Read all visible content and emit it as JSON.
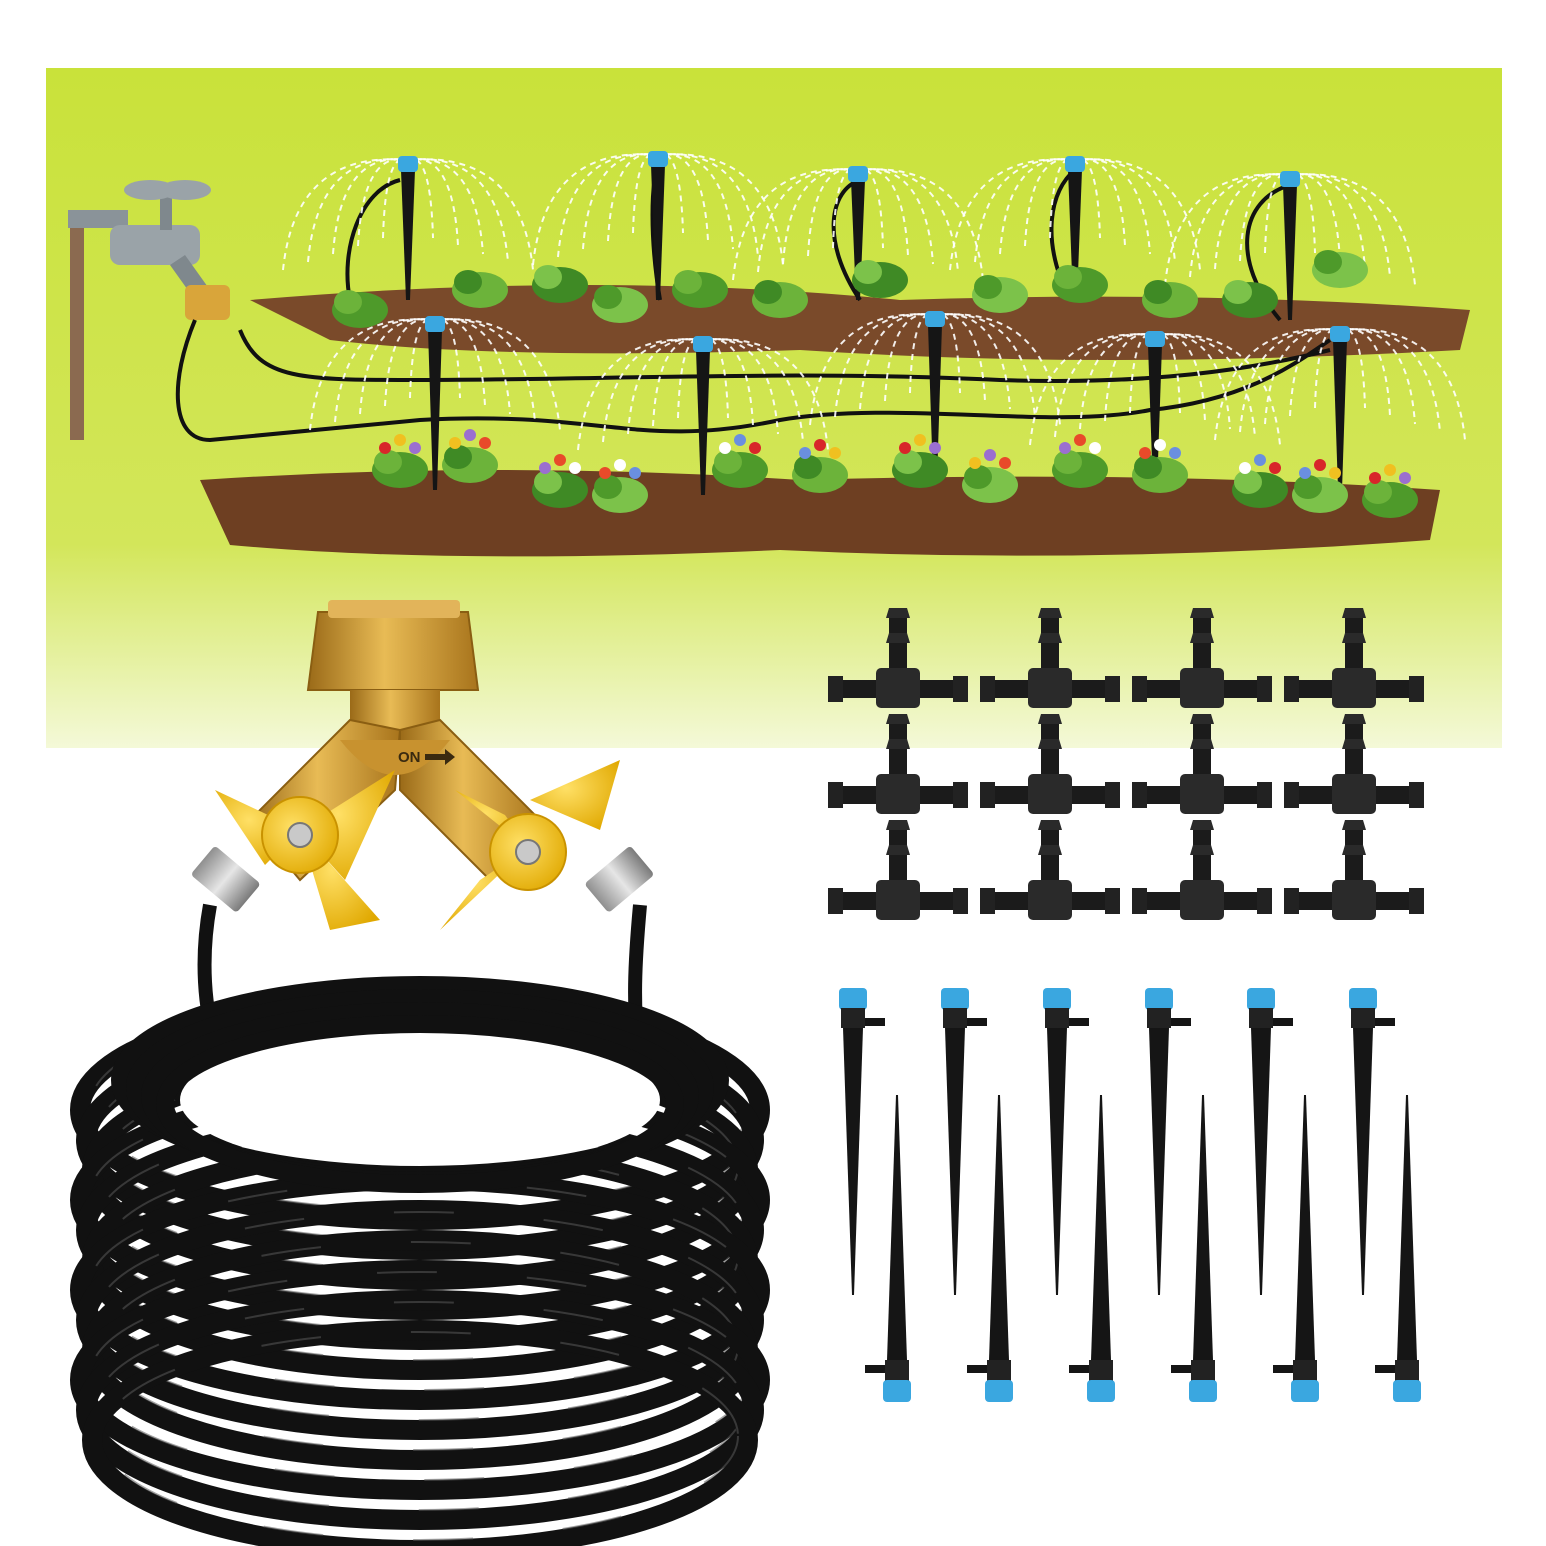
{
  "product_image": {
    "colors": {
      "background": "#ffffff",
      "banner_top": "#c9e23a",
      "banner_fade": "#f4f9d8",
      "soil": "#7a4a2a",
      "soil_dark": "#5e3820",
      "brass": "#d9a53a",
      "brass_dark": "#9a6a18",
      "handle_yellow": "#f2c419",
      "tubing": "#111111",
      "stake_black": "#151515",
      "nozzle_blue": "#3aa7e0",
      "tee_black": "#1b1b1b",
      "water_spray": "#ffffff",
      "faucet_grey": "#9aa3a8"
    },
    "valve_label": "ON",
    "kit_contents": {
      "hose_valve": 1,
      "tee_connectors": 12,
      "sprinkler_stakes": 12
    }
  }
}
